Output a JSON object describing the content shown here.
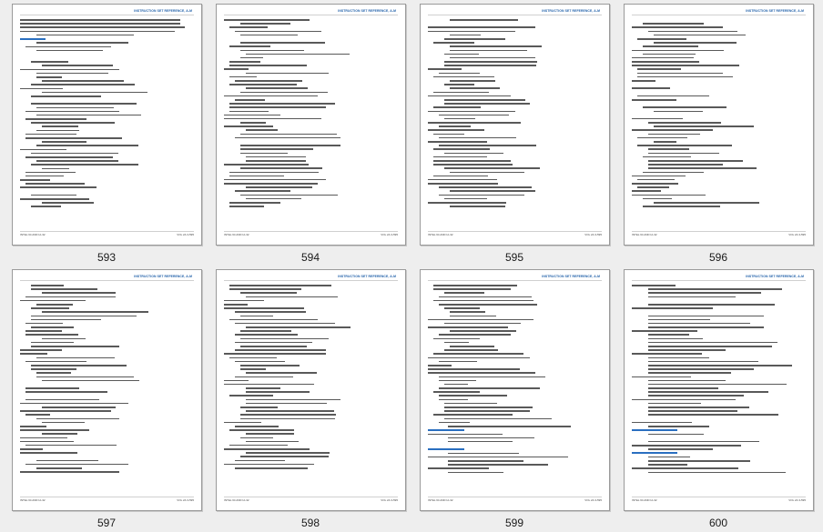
{
  "document": {
    "header_text": "INSTRUCTION SET REFERENCE, A-M",
    "footer_left": "INTEL 64 AND IA-32",
    "footer_right": "VOL 2A   3-595"
  },
  "pages": [
    {
      "number": "593",
      "layout": "code-top"
    },
    {
      "number": "594",
      "layout": "code"
    },
    {
      "number": "595",
      "layout": "code"
    },
    {
      "number": "596",
      "layout": "code"
    },
    {
      "number": "597",
      "layout": "code"
    },
    {
      "number": "598",
      "layout": "code"
    },
    {
      "number": "599",
      "layout": "code-bottom"
    },
    {
      "number": "600",
      "layout": "table"
    }
  ],
  "colors": {
    "heading": "#1f5fa8",
    "body_text": "#2a2a2a",
    "background": "#eeeeee",
    "page": "#ffffff"
  }
}
